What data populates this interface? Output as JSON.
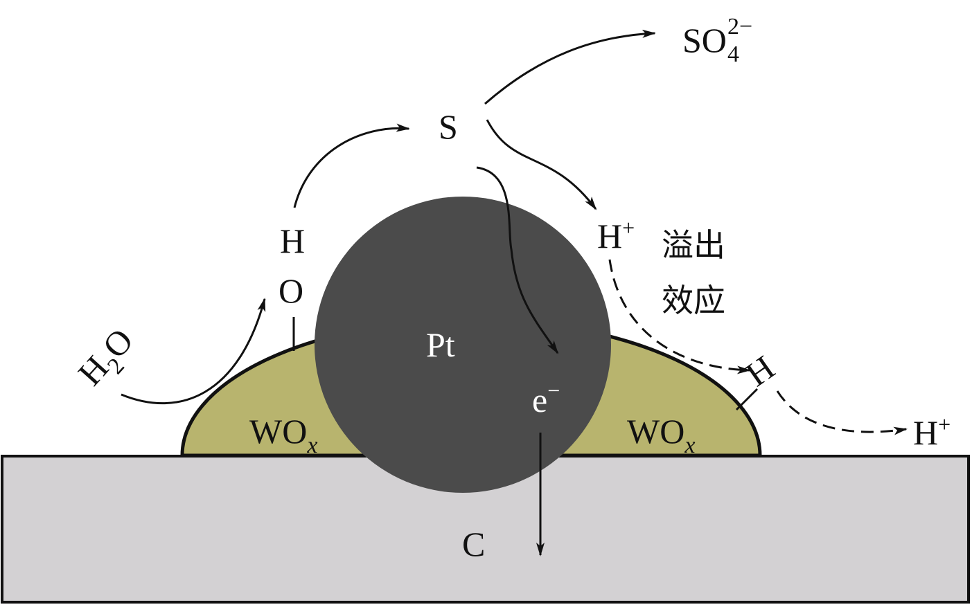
{
  "colors": {
    "wox": "#b8b46e",
    "pt": "#4b4b4b",
    "carbon": "#d3d1d3",
    "line": "#111111"
  },
  "labels": {
    "pt": "Pt",
    "electron": "e",
    "electron_sup": "−",
    "wox_left": "WO",
    "wox_left_sub": "x",
    "wox_right": "WO",
    "wox_right_sub": "x",
    "carbon": "C",
    "h_top": "H",
    "o": "O",
    "h2o_h": "H",
    "h2o_sub": "2",
    "h2o_o": "O",
    "s": "S",
    "so4": "SO",
    "so4_sub": "4",
    "so4_sup": "2−",
    "hplus_mid": "H",
    "hplus_mid_sup": "+",
    "spillover_1": "溢出",
    "spillover_2": "效应",
    "h_adsorbed": "H",
    "hplus_right": "H",
    "hplus_right_sup": "+"
  }
}
